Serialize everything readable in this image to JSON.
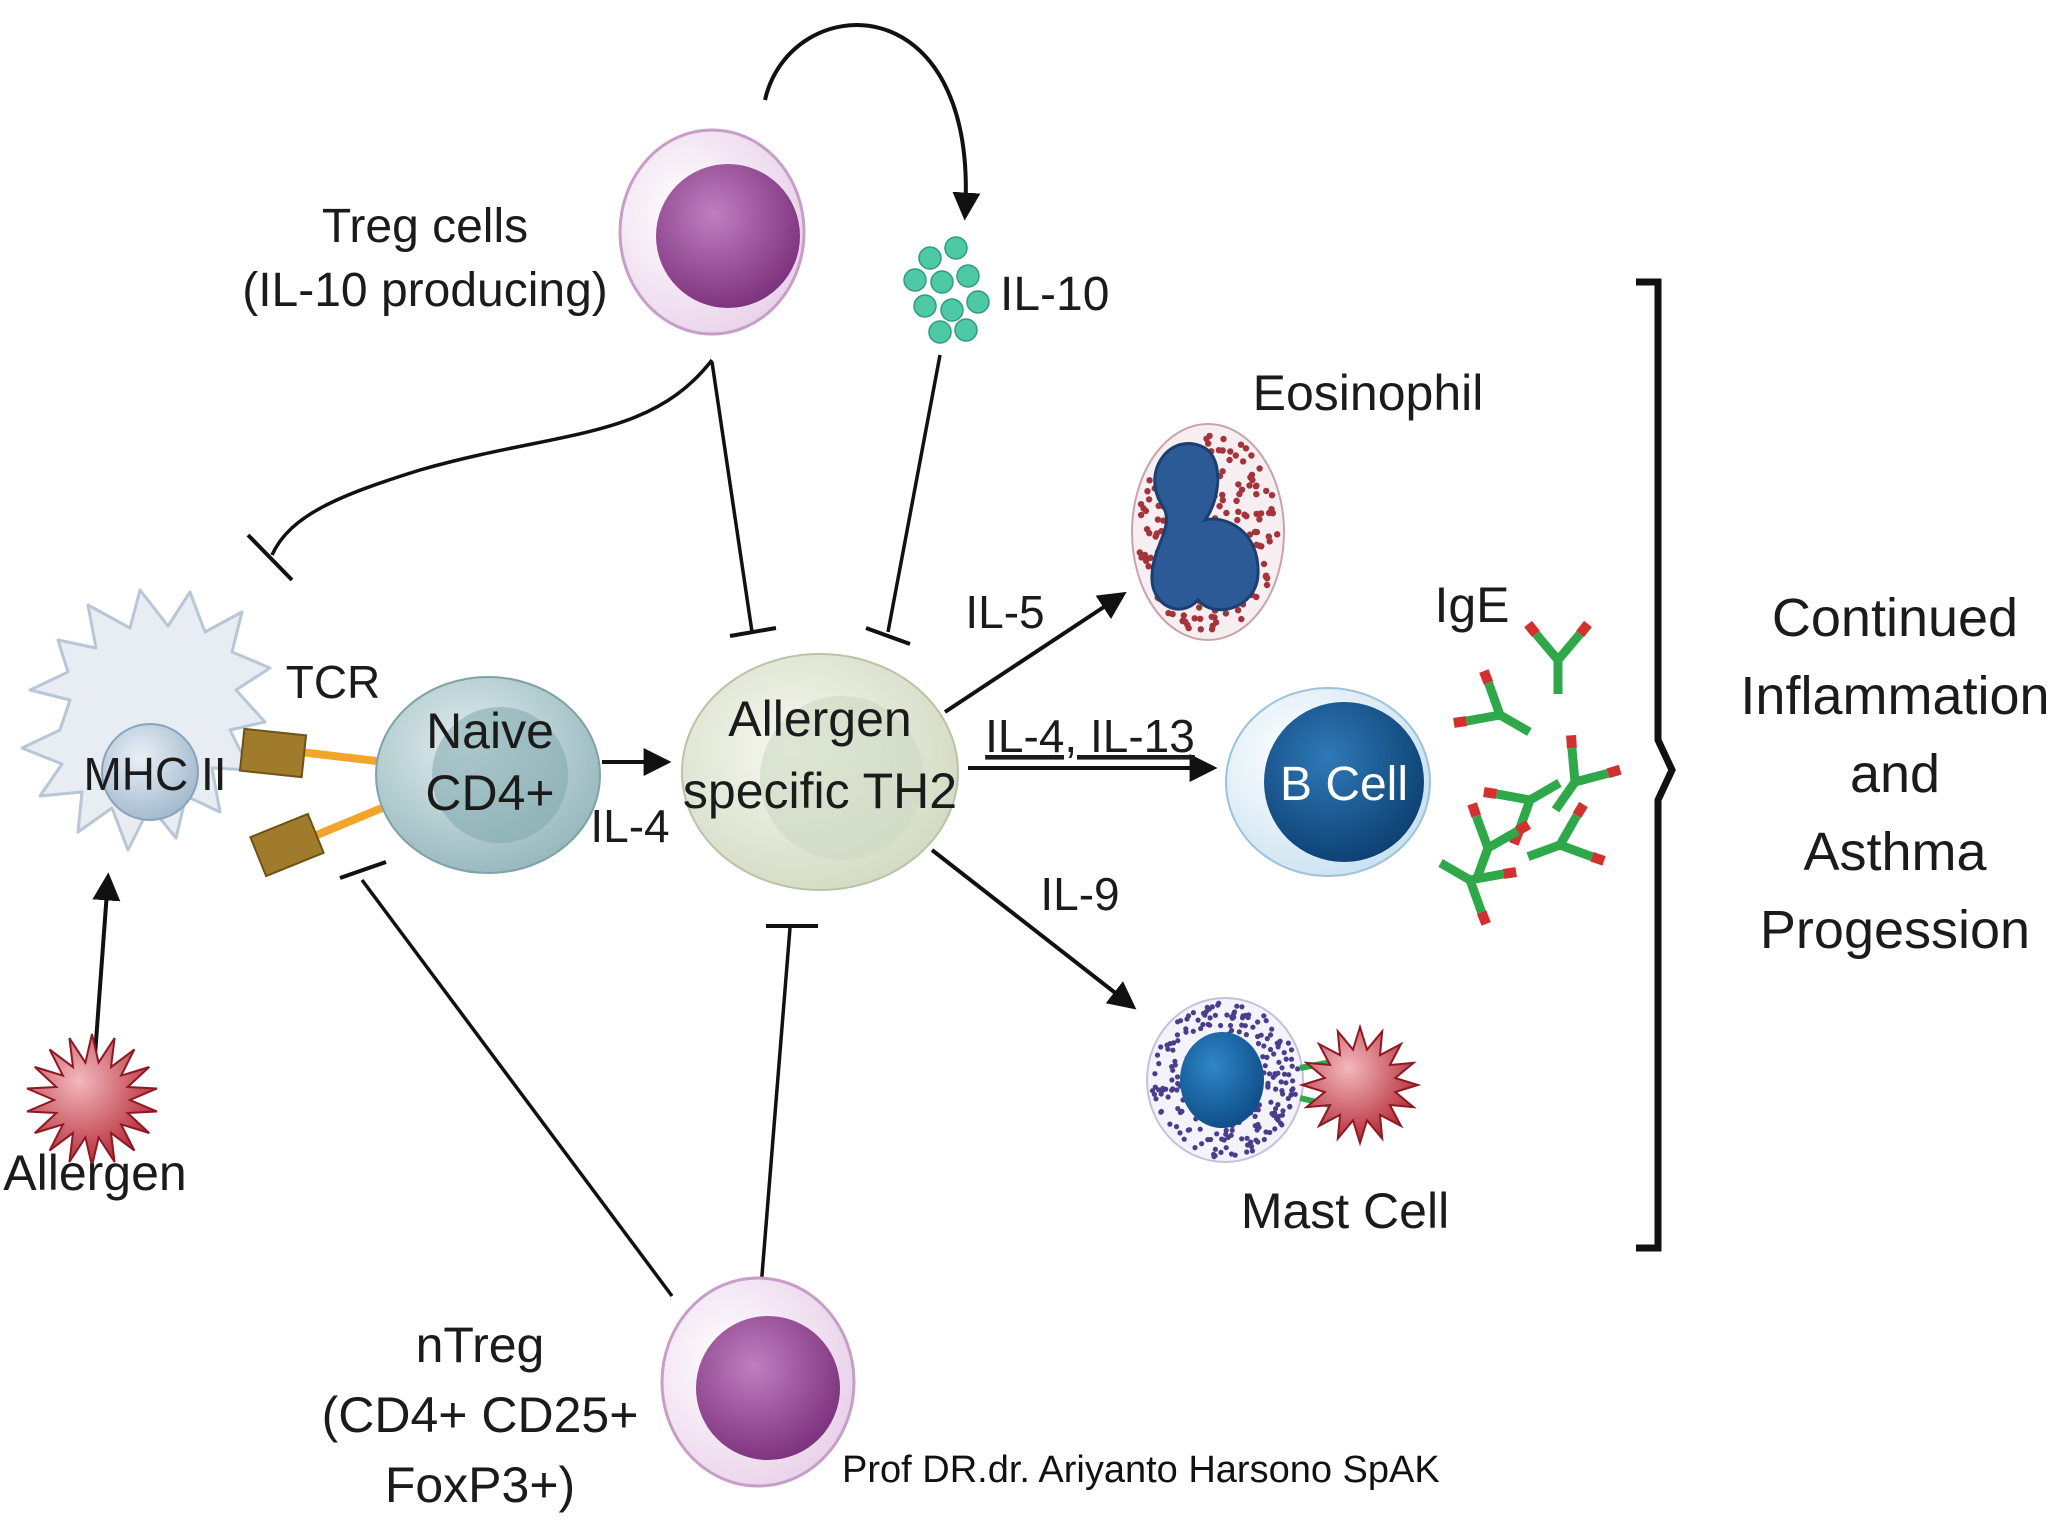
{
  "labels": {
    "treg_line1": "Treg cells",
    "treg_line2": "(IL-10 producing)",
    "il10": "IL-10",
    "eosinophil": "Eosinophil",
    "ige": "IgE",
    "tcr": "TCR",
    "mhc": "MHC II",
    "naive_line1": "Naive",
    "naive_line2": "CD4+",
    "il4_small": "IL-4",
    "th2_line1": "Allergen",
    "th2_line2": "specific TH2",
    "il5": "IL-5",
    "il4_il13": "IL-4, IL-13",
    "il9": "IL-9",
    "bcell": "B Cell",
    "mastcell": "Mast Cell",
    "allergen": "Allergen",
    "ntreg_line1": "nTreg",
    "ntreg_line2": "(CD4+ CD25+",
    "ntreg_line3": "FoxP3+)",
    "outcome_line1": "Continued",
    "outcome_line2": "Inflammation",
    "outcome_line3": "and",
    "outcome_line4": "Asthma",
    "outcome_line5": "Progession"
  },
  "credit": "Prof  DR.dr. Ariyanto Harsono SpAK",
  "colors": {
    "treg_nucleus": "#8e3f8c",
    "treg_body": "#f3e6f3",
    "il10_dots": "#4ec9a6",
    "naive_cell": "#b7cfd3",
    "th2_cell": "#e6ead9",
    "bcell_nucleus": "#0f4f8a",
    "eosinophil_granules": "#a4343c",
    "mast_granules": "#4a3d8c",
    "ige": "#2fa84a",
    "ige_tips": "#d2322f",
    "tcr": "#a07b2b",
    "allergen": "#c8303c"
  }
}
